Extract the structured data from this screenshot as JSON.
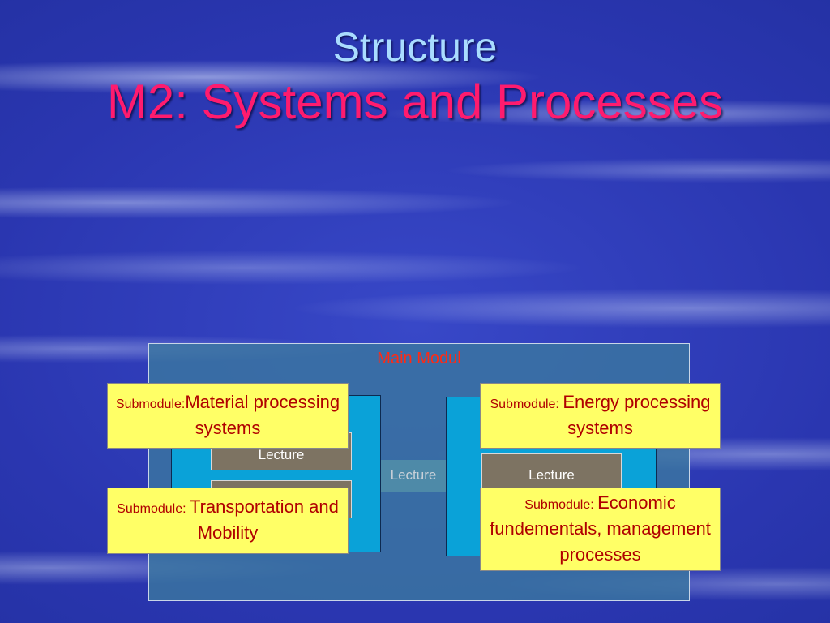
{
  "title": {
    "line1": "Structure",
    "line2": "M2: Systems and Processes"
  },
  "diagram": {
    "main_label": "Main Modul",
    "center_lecture": "Lecture",
    "submodules": [
      {
        "prefix": "Submodule:",
        "name": "Material processing systems"
      },
      {
        "prefix": "Submodule: ",
        "name": "Energy processing systems"
      },
      {
        "prefix": "Submodule: ",
        "name": "Transportation and Mobility"
      },
      {
        "prefix": "Submodule: ",
        "name": "Economic fundementals, management processes"
      }
    ],
    "left_lecture": "Lecture",
    "right_lecture": "Lecture"
  },
  "colors": {
    "title_line1": "#a9dcff",
    "title_line2": "#ff1b6e",
    "submodule_fill": "#ffff66",
    "submodule_text": "#b00000",
    "main_label": "#ff2a14",
    "cyan_block": "#0aa2d8",
    "lecture_fill": "#7d7362"
  }
}
